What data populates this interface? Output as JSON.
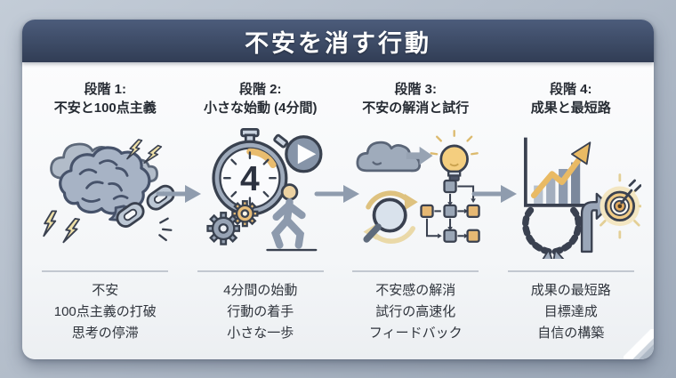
{
  "page": {
    "title": "不安を消す行動"
  },
  "stages": [
    {
      "label": "段階 1:",
      "subtitle": "不安と100点主義",
      "points": [
        "不安",
        "100点主義の打破",
        "思考の停滞"
      ],
      "icons": [
        "storm-cloud-icon",
        "brain-icon",
        "lightning-bolt-icon",
        "broken-chain-icon"
      ]
    },
    {
      "label": "段階 2:",
      "subtitle": "小さな始動 (4分間)",
      "points": [
        "4分間の始動",
        "行動の着手",
        "小さな一歩"
      ],
      "icons": [
        "stopwatch-icon",
        "play-button-icon",
        "gears-icon",
        "walking-person-icon"
      ],
      "stopwatch_value": "4"
    },
    {
      "label": "段階 3:",
      "subtitle": "不安の解消と試行",
      "points": [
        "不安感の解消",
        "試行の高速化",
        "フィードバック"
      ],
      "icons": [
        "cloud-to-idea-icon",
        "lightbulb-icon",
        "magnifier-cycle-icon",
        "flowchart-icon"
      ]
    },
    {
      "label": "段階 4:",
      "subtitle": "成果と最短路",
      "points": [
        "成果の最短路",
        "目標達成",
        "自信の構築"
      ],
      "icons": [
        "growth-chart-icon",
        "laurel-wreath-icon",
        "turn-arrow-icon",
        "target-icon"
      ]
    }
  ],
  "colors": {
    "page_background": "#b3bdca",
    "card_background": "#f7f9fa",
    "header_band": "#3d4b66",
    "title_text": "#ffffff",
    "body_text": "#2f343c",
    "outline": "#3a4150",
    "icon_gray": "#9aa6b8",
    "accent_orange": "#e6b873",
    "accent_yellow": "#f4ce7f",
    "flow_arrow": "#8f9cae"
  }
}
